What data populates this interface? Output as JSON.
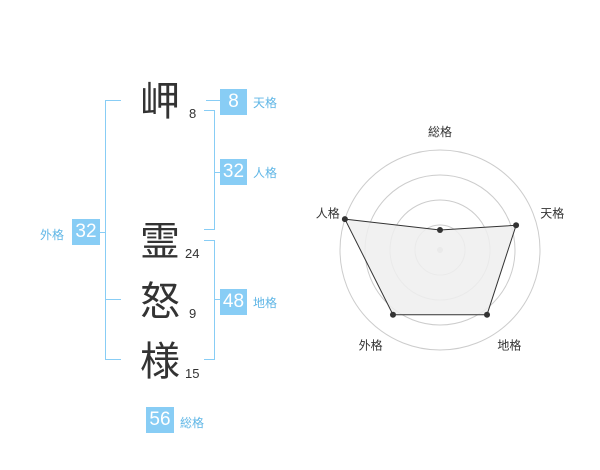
{
  "name": {
    "chars": [
      {
        "char": "岬",
        "strokes": "8"
      },
      {
        "char": "霊",
        "strokes": "24"
      },
      {
        "char": "怒",
        "strokes": "9"
      },
      {
        "char": "様",
        "strokes": "15"
      }
    ]
  },
  "fortune": {
    "tenkaku": {
      "value": "8",
      "label": "天格"
    },
    "jinkaku": {
      "value": "32",
      "label": "人格"
    },
    "chikaku": {
      "value": "48",
      "label": "地格"
    },
    "gaikaku": {
      "value": "32",
      "label": "外格"
    },
    "soukaku": {
      "value": "56",
      "label": "総格"
    }
  },
  "chart_data": {
    "type": "radar",
    "axes": [
      "総格",
      "天格",
      "地格",
      "外格",
      "人格"
    ],
    "values": [
      0.2,
      0.8,
      0.8,
      0.8,
      1.0
    ],
    "max": 1.0,
    "rings": 4,
    "fill_color": "#efefef",
    "line_color": "#333333",
    "ring_color": "#cccccc"
  },
  "colors": {
    "accent": "#88cdf5",
    "label": "#5fb6e6"
  }
}
